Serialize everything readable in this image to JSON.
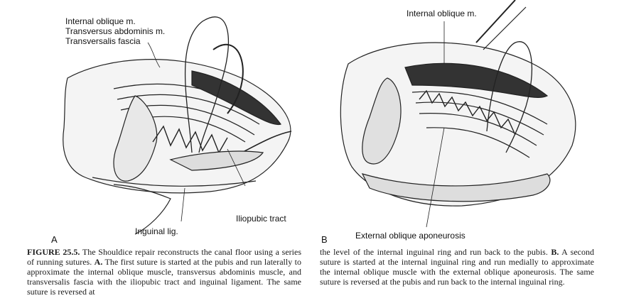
{
  "panel_a": {
    "letter": "A",
    "labels": {
      "internal_oblique": "Internal oblique m.",
      "transversus": "Transversus abdominis m.",
      "transversalis": "Transversalis fascia",
      "iliopubic": "Iliopubic tract",
      "inguinal_lig": "Inguinal lig."
    }
  },
  "panel_b": {
    "letter": "B",
    "labels": {
      "internal_oblique": "Internal oblique m.",
      "external_oblique": "External oblique aponeurosis"
    }
  },
  "caption": {
    "figure_label": "FIGURE 25.5.",
    "left_intro": " The Shouldice repair reconstructs the canal floor using a series of running sutures. ",
    "a_marker": "A.",
    "left_body": " The first suture is started at the pubis and run laterally to approximate the internal oblique muscle, transversus abdominis muscle, and transversalis fascia with the iliopubic tract and inguinal ligament. The same suture is reversed at",
    "right_intro": "the level of the internal inguinal ring and run back to the pubis. ",
    "b_marker": "B.",
    "right_body": " A second suture is started at the internal inguinal ring and run medially to approximate the internal oblique muscle with the external oblique aponeurosis. The same suture is reversed at the pubis and run back to the internal inguinal ring."
  }
}
